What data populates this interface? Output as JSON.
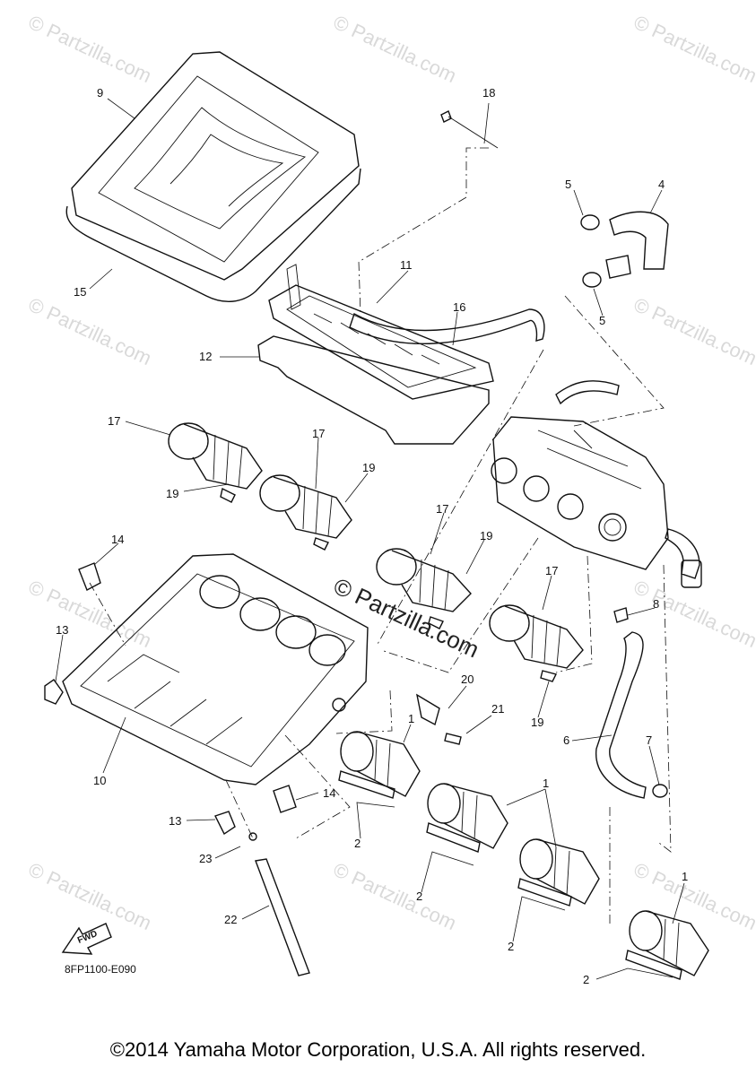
{
  "watermark": {
    "small_text": "© Partzilla.com",
    "center_text": "© Partzilla.com"
  },
  "drawing_code": "8FP1100-E090",
  "fwd_label": "FWD",
  "copyright": "©2014 Yamaha Motor Corporation, U.S.A. All rights reserved.",
  "callouts": {
    "c1a": "1",
    "c1b": "1",
    "c1c": "1",
    "c2a": "2",
    "c2b": "2",
    "c2c": "2",
    "c2d": "2",
    "c4": "4",
    "c5a": "5",
    "c5b": "5",
    "c6": "6",
    "c7": "7",
    "c8": "8",
    "c9": "9",
    "c10": "10",
    "c11": "11",
    "c12": "12",
    "c13a": "13",
    "c13b": "13",
    "c14a": "14",
    "c14b": "14",
    "c15": "15",
    "c16": "16",
    "c17a": "17",
    "c17b": "17",
    "c17c": "17",
    "c17d": "17",
    "c18": "18",
    "c19a": "19",
    "c19b": "19",
    "c19c": "19",
    "c19d": "19",
    "c20": "20",
    "c21": "21",
    "c22": "22",
    "c23": "23"
  }
}
